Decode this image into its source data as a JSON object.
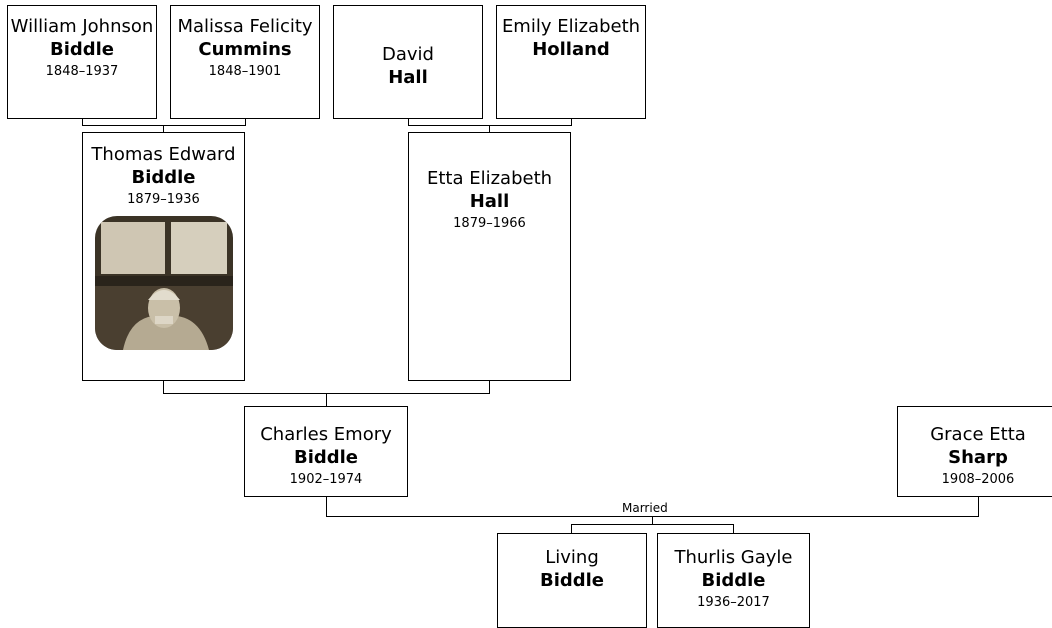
{
  "people": {
    "william": {
      "given": "William Johnson",
      "surname": "Biddle",
      "years": "1848–1937"
    },
    "malissa": {
      "given": "Malissa Felicity",
      "surname": "Cummins",
      "years": "1848–1901"
    },
    "david": {
      "given": "David",
      "surname": "Hall",
      "years": ""
    },
    "emily": {
      "given": "Emily Elizabeth",
      "surname": "Holland",
      "years": ""
    },
    "thomas": {
      "given": "Thomas Edward",
      "surname": "Biddle",
      "years": "1879–1936"
    },
    "etta": {
      "given": "Etta Elizabeth",
      "surname": "Hall",
      "years": "1879–1966"
    },
    "charles": {
      "given": "Charles Emory",
      "surname": "Biddle",
      "years": "1902–1974"
    },
    "grace": {
      "given": "Grace Etta",
      "surname": "Sharp",
      "years": "1908–2006"
    },
    "living": {
      "given": "Living",
      "surname": "Biddle",
      "years": ""
    },
    "thurlis": {
      "given": "Thurlis Gayle",
      "surname": "Biddle",
      "years": "1936–2017"
    }
  },
  "labels": {
    "married": "Married"
  },
  "photo": {
    "subject": "sepia portrait of an elderly man"
  }
}
